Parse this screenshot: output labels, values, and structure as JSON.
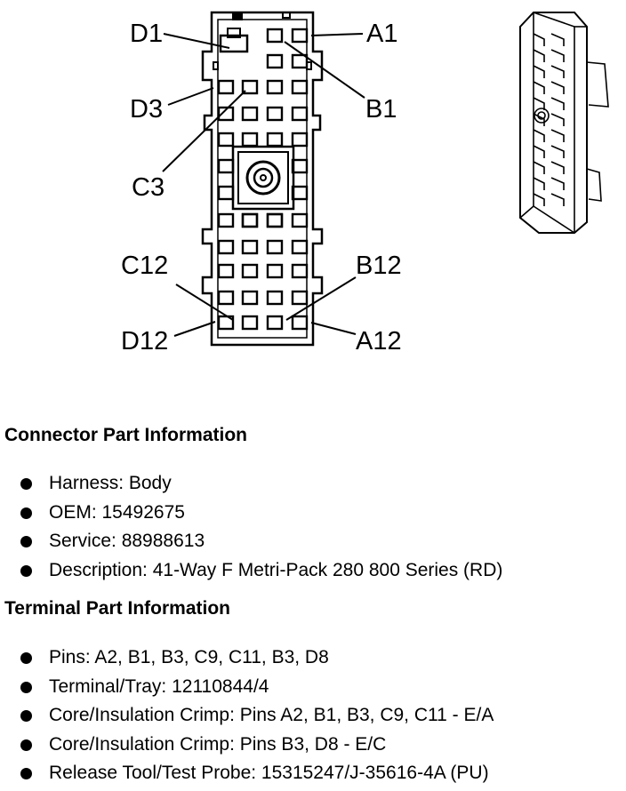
{
  "diagram": {
    "pin_labels": {
      "D1": "D1",
      "A1": "A1",
      "D3": "D3",
      "B1": "B1",
      "C3": "C3",
      "C12": "C12",
      "B12": "B12",
      "D12": "D12",
      "A12": "A12"
    }
  },
  "connector_info": {
    "title": "Connector Part Information",
    "items": [
      "Harness: Body",
      "OEM: 15492675",
      "Service: 88988613",
      "Description: 41-Way F Metri-Pack 280 800 Series (RD)"
    ]
  },
  "terminal_info": {
    "title": "Terminal Part Information",
    "items": [
      "Pins: A2, B1, B3, C9, C11, B3, D8",
      "Terminal/Tray: 12110844/4",
      "Core/Insulation Crimp: Pins A2, B1, B3, C9, C11 - E/A",
      "Core/Insulation Crimp: Pins B3, D8 - E/C",
      "Release Tool/Test Probe: 15315247/J-35616-4A (PU)"
    ]
  }
}
